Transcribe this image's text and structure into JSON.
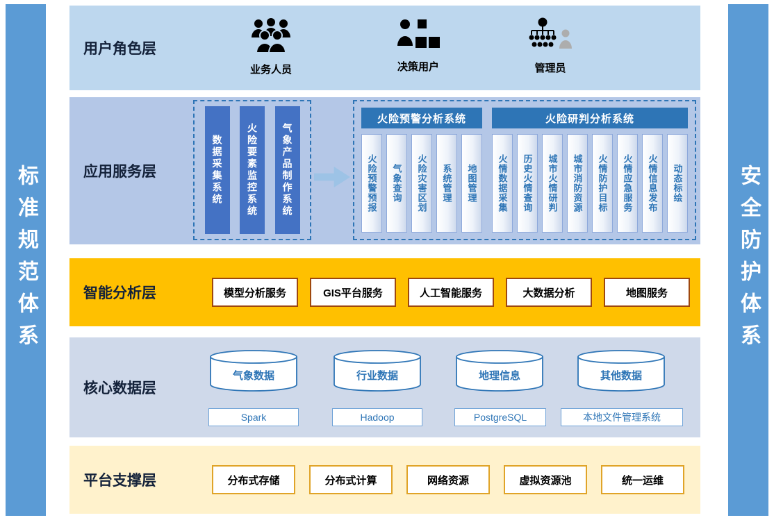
{
  "sidebars": {
    "left": "标准规范体系",
    "right": "安全防护体系"
  },
  "layers": {
    "user_role": {
      "title": "用户角色层",
      "roles": [
        "业务人员",
        "决策用户",
        "管理员"
      ]
    },
    "app_service": {
      "title": "应用服务层",
      "source_systems": [
        "数据采集系统",
        "火险要素监控系统",
        "气象产品制作系统"
      ],
      "warning_system": {
        "title": "火险预警分析系统",
        "modules": [
          "火险预警预报",
          "气象查询",
          "火险灾害区划",
          "系统管理",
          "地图管理"
        ]
      },
      "analysis_system": {
        "title": "火险研判分析系统",
        "modules": [
          "火情数据采集",
          "历史火情查询",
          "城市火情研判",
          "城市消防资源",
          "火情防护目标",
          "火情应急服务",
          "火情信息发布",
          "动态标绘"
        ]
      }
    },
    "intelligent_analysis": {
      "title": "智能分析层",
      "services": [
        "模型分析服务",
        "GIS平台服务",
        "人工智能服务",
        "大数据分析",
        "地图服务"
      ]
    },
    "core_data": {
      "title": "核心数据层",
      "databases": [
        "气象数据",
        "行业数据",
        "地理信息",
        "其他数据"
      ],
      "technologies": [
        "Spark",
        "Hadoop",
        "PostgreSQL",
        "本地文件管理系统"
      ]
    },
    "platform_support": {
      "title": "平台支撑层",
      "resources": [
        "分布式存储",
        "分布式计算",
        "网络资源",
        "虚拟资源池",
        "统一运维"
      ]
    }
  },
  "colors": {
    "sidebar_blue": "#5B9BD5",
    "user_layer_bg": "#BDD7EE",
    "app_layer_bg": "#B4C7E7",
    "system_pill_blue": "#4472C4",
    "header_blue": "#2E75B6",
    "analysis_layer_bg": "#FFC000",
    "data_layer_bg": "#CFD9EA",
    "support_layer_bg": "#FFF2CC"
  }
}
